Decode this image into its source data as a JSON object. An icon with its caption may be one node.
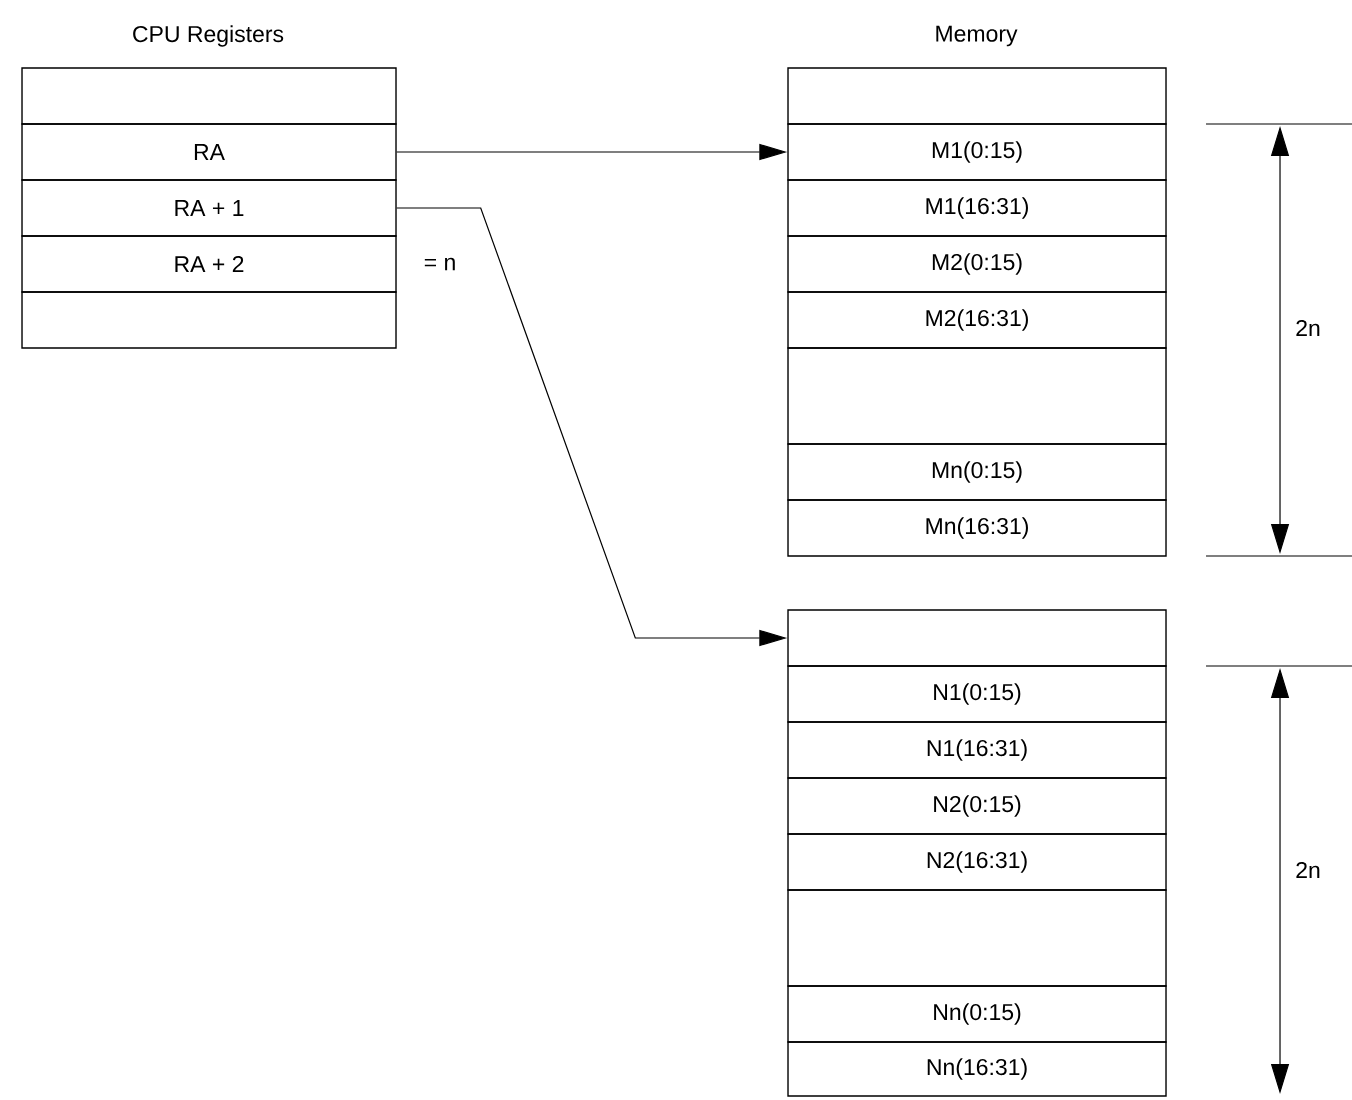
{
  "diagram": {
    "nodes": [
      {
        "text": [],
        "shape": "box"
      },
      {
        "text": [
          "RA"
        ]
      },
      {
        "text": [
          "RA + 1"
        ]
      },
      {
        "text": [
          "RA + 2"
        ]
      },
      {
        "text": [],
        "shape": "box"
      },
      {
        "text": [],
        "shape": "box"
      },
      {
        "text": [
          "M1(0:15)"
        ]
      },
      {
        "text": [
          "M1(16:31)"
        ]
      },
      {
        "text": [
          "M2(0:15)"
        ]
      },
      {
        "text": [
          "M2(16:31)"
        ]
      },
      {
        "text": [],
        "shape": "box"
      },
      {
        "text": [
          "Mn(0:15)"
        ]
      },
      {
        "text": [
          "Mn(16:31)"
        ]
      },
      {
        "text": [],
        "shape": "box"
      },
      {
        "text": [
          "N1(0:15)"
        ]
      },
      {
        "text": [
          "N1(16:31)"
        ]
      },
      {
        "text": [
          "N2(0:15)"
        ]
      },
      {
        "text": [
          "N2(16:31)"
        ]
      },
      {
        "text": [],
        "shape": "box"
      },
      {
        "text": [
          "Nn(0:15)"
        ]
      },
      {
        "text": [
          "Nn(16:31)"
        ]
      }
    ],
    "edges": [
      {
        "from": 1,
        "to": 6,
        "arrow": "to"
      },
      {
        "from": 2,
        "to": 13,
        "arrow": "to"
      }
    ],
    "labels": [
      "CPU Registers",
      "Memory",
      "= n",
      "2n",
      "2n"
    ]
  }
}
